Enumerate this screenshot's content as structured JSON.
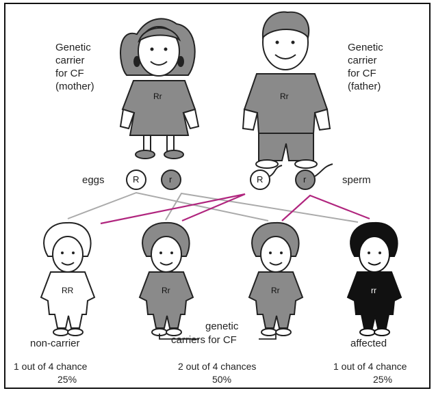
{
  "mother_label": [
    "Genetic",
    "carrier",
    "for CF",
    "(mother)"
  ],
  "father_label": [
    "Genetic",
    "carrier",
    "for CF",
    "(father)"
  ],
  "mother_genotype": "Rr",
  "father_genotype": "Rr",
  "eggs_label": "eggs",
  "sperm_label": "sperm",
  "egg_alleles": [
    "R",
    "r"
  ],
  "sperm_alleles": [
    "R",
    "r"
  ],
  "children": [
    {
      "genotype": "RR",
      "label": "non-carrier",
      "chance": "1 out of 4 chance",
      "percent": "25%"
    },
    {
      "genotype": "Rr"
    },
    {
      "genotype": "Rr"
    },
    {
      "genotype": "rr",
      "label": "affected",
      "chance": "1 out of 4 chance",
      "percent": "25%"
    }
  ],
  "carriers_group": {
    "label_line1": "genetic",
    "label_line2": "carriers for CF",
    "chance": "2 out of 4 chances",
    "percent": "50%"
  },
  "colors": {
    "gray_fill": "#8a8a8a",
    "black_fill": "#111111",
    "magenta_line": "#b0257e",
    "gray_line": "#aaaaaa"
  }
}
